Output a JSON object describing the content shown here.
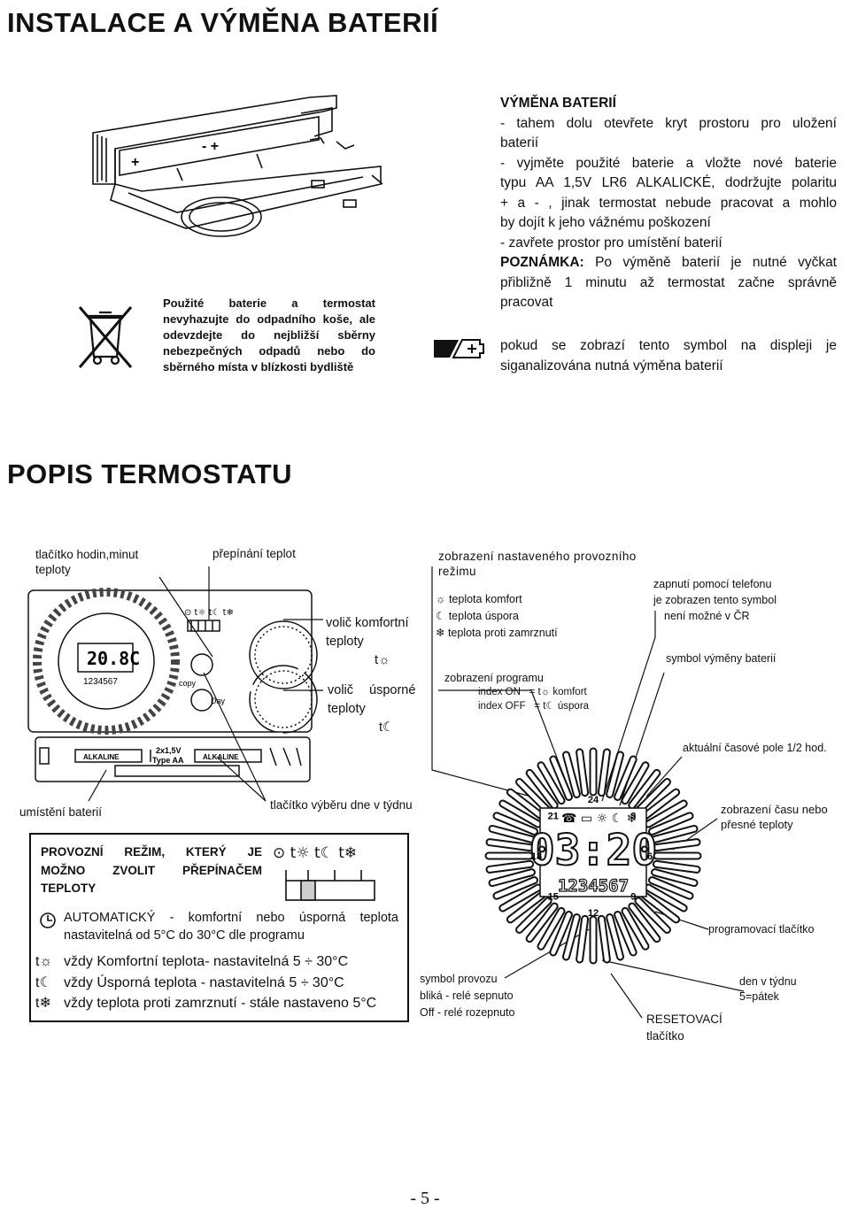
{
  "sections": {
    "battery_title": "INSTALACE A VÝMĚNA BATERIÍ",
    "thermostat_title": "POPIS TERMOSTATU"
  },
  "battery": {
    "heading": "VÝMĚNA BATERIÍ",
    "lines": [
      "- tahem dolu otevřete kryt prostoru pro uložení",
      "baterií",
      "- vyjměte použité baterie a vložte nové baterie",
      "typu AA 1,5V LR6 ALKALICKÉ, dodržujte polaritu",
      "+ a - , jinak termostat nebude pracovat a mohlo",
      "by dojít k jeho vážnému poškození",
      "- zavřete prostor pro umístění baterií"
    ],
    "note_label": "POZNÁMKA:",
    "note_lines": [
      " Po výměně baterií je nutné vyčkat",
      "přibližně 1 minutu až termostat začne správně",
      "pracovat"
    ],
    "symbol_lines": [
      "pokud se zobrazí tento symbol na displeji je",
      "siganalizována nutná výměna baterií"
    ],
    "disposal_lines": [
      "Použité baterie a termostat",
      "nevyhazujte do odpadního koše, ale",
      "odevzdejte do nejbližší sběrny",
      "nebezpečných odpadů nebo do",
      "sběrného místa v blízkosti bydliště"
    ],
    "diagram_plus1": "+",
    "diagram_minusplus": "- +"
  },
  "labels": {
    "clock_button": [
      "tlačítko hodin,minut",
      "teploty"
    ],
    "temp_switch": "přepínání teplot",
    "comfort_knob": [
      "volič komfortní",
      "teploty"
    ],
    "comfort_sym": "t☼",
    "eco_knob": [
      "volič úsporné",
      "teploty"
    ],
    "eco_sym": "t☾",
    "battery_place": "umístění baterií",
    "day_button": "tlačítko výběru dne v týdnu",
    "mode_display": [
      "zobrazení nastaveného provozního",
      "režimu"
    ],
    "mode_items": [
      "teplota komfort",
      "teplota úspora",
      "teplota proti zamrznutí"
    ],
    "phone": [
      "zapnutí pomocí telefonu",
      "je zobrazen    tento symbol",
      "není možné v ČR"
    ],
    "battery_symbol": "symbol výměny baterií",
    "program_display": "zobrazení programu",
    "index_on": "index ON",
    "index_on_val": "= t☼ komfort",
    "index_off": "index OFF",
    "index_off_val": "= t☾ úspora",
    "time_field": "aktuální časové pole 1/2 hod.",
    "time_display": [
      "zobrazení   času   nebo",
      "přesné teploty"
    ],
    "program_buttons": "programovací tlačítko",
    "symbol_mode": [
      "symbol provozu",
      "bliká - relé sepnuto",
      "Off - relé rozepnuto"
    ],
    "day_of_week": [
      "den v týdnu",
      "5=pátek"
    ],
    "reset": [
      "RESETOVACÍ",
      "tlačítko"
    ]
  },
  "device": {
    "lcd_temp": "20.8C",
    "lcd_days": "1234567",
    "copy": "copy",
    "day": "Day",
    "battery_spec": [
      "2x1,5V",
      "Type  AA"
    ],
    "alkaline": "ALKALINE",
    "switch_syms": "⊙ t☼ t☾ t❄"
  },
  "display": {
    "time": "03:20",
    "days": "1234567",
    "hour_labels": [
      "24",
      "3",
      "6",
      "9",
      "12",
      "15",
      "18",
      "21"
    ]
  },
  "modes_box": {
    "heading_lines": [
      "PROVOZNÍ REŽIM, KTERÝ JE",
      "MOŽNO ZVOLIT PŘEPÍNAČEM",
      "TEPLOTY"
    ],
    "symbols": "⊙  t☼  t☾  t❄",
    "auto_lines": [
      "AUTOMATICKÝ - komfortní nebo úsporná teplota",
      "nastavitelná od 5°C do 30°C dle programu"
    ],
    "items": [
      {
        "sym": "t☼",
        "text": "vždy Komfortní teplota- nastavitelná 5 ÷ 30°C"
      },
      {
        "sym": "t☾",
        "text": "vždy Úsporná teplota - nastavitelná 5 ÷ 30°C"
      },
      {
        "sym": "t❄",
        "text": "vždy teplota proti zamrznutí - stále nastaveno 5°C"
      }
    ]
  },
  "footer": {
    "page": "- 5 -"
  }
}
